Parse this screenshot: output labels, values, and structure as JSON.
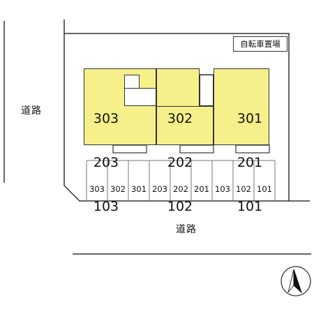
{
  "roads": {
    "west_label": "道路",
    "south_label": "道路"
  },
  "bike_parking": {
    "label": "自転車置場"
  },
  "buildings": [
    {
      "units": [
        "303",
        "203",
        "103"
      ]
    },
    {
      "units": [
        "302",
        "202",
        "102"
      ]
    },
    {
      "units": [
        "301",
        "201",
        "101"
      ]
    }
  ],
  "parking_slots": [
    "303",
    "302",
    "301",
    "203",
    "202",
    "201",
    "103",
    "102",
    "101"
  ],
  "north_arrow": {
    "icon": "north-arrow-icon"
  },
  "colors": {
    "building_fill": "#f5f08a",
    "line": "#333333"
  }
}
